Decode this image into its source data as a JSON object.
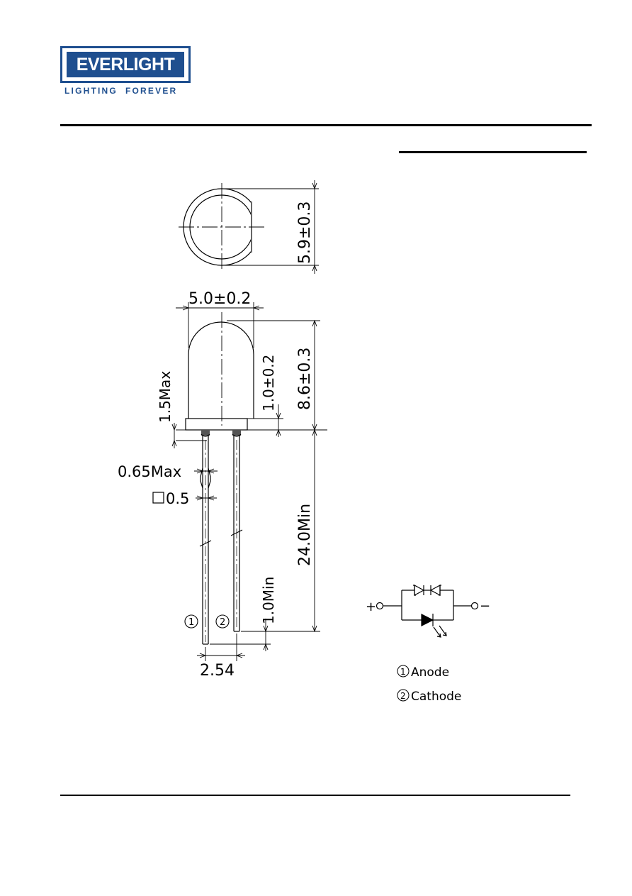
{
  "logo": {
    "brand": "EVERLIGHT",
    "tagline": "LIGHTING  FOREVER",
    "color": "#1f4f8f"
  },
  "dimensions": {
    "flange_diameter": "5.9±0.3",
    "body_diameter": "5.0±0.2",
    "body_height": "8.6±0.3",
    "flange_height": "1.0±0.2",
    "meniscus": "1.5Max",
    "lead_thickness": "0.65Max",
    "lead_square": "0.5",
    "lead_length": "24.0Min",
    "lead_offset": "1.0Min",
    "lead_spacing": "2.54"
  },
  "pins": {
    "pin1_mark": "1",
    "pin2_mark": "2",
    "plus_sign": "+",
    "minus_sign": "−"
  },
  "legend": {
    "anode": "Anode",
    "cathode": "Cathode"
  }
}
